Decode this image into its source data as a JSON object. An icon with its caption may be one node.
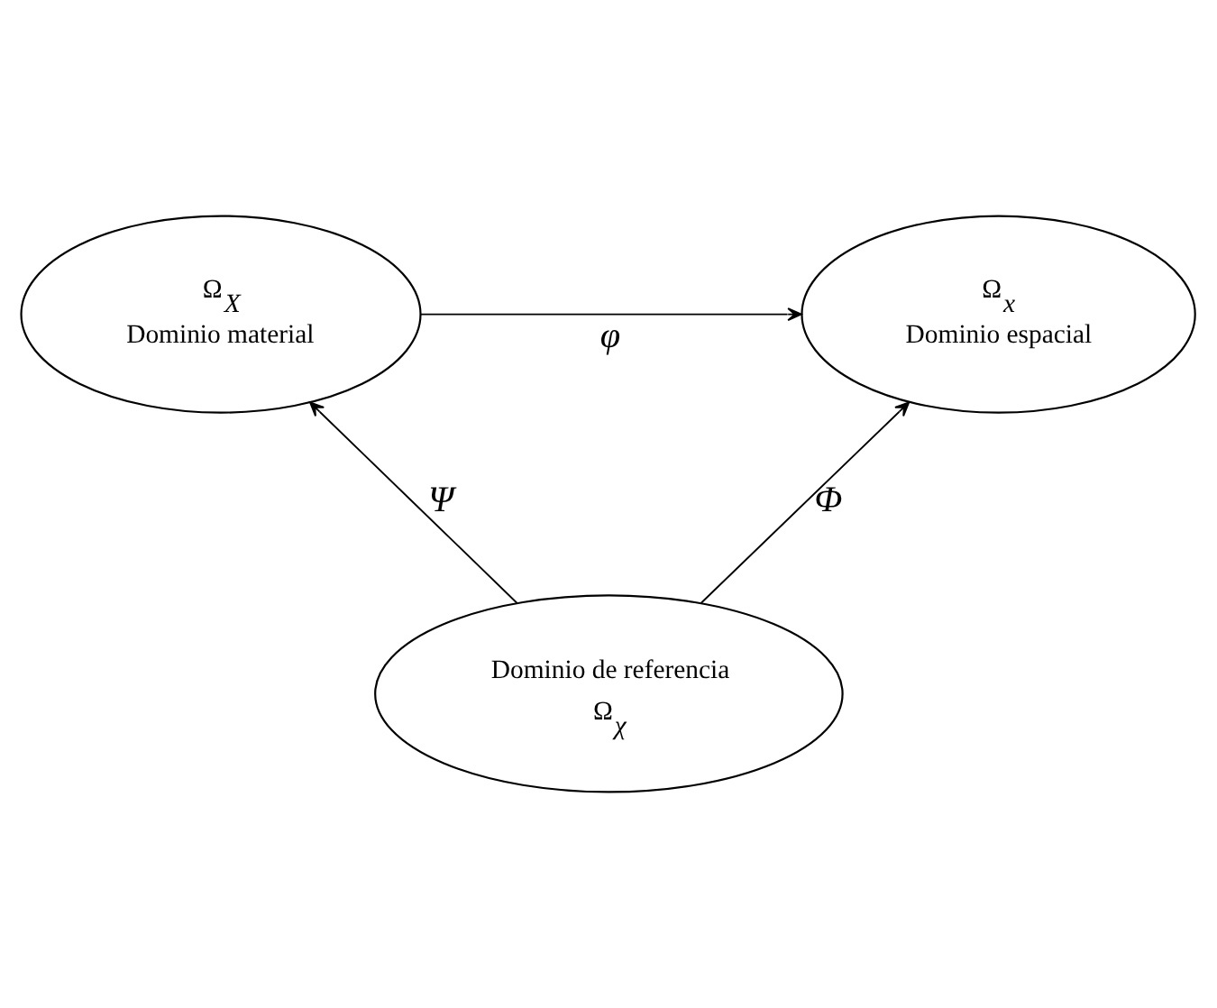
{
  "diagram": {
    "nodes": [
      {
        "text": [
          "Ω$_{X}$",
          "Dominio material"
        ]
      },
      {
        "text": [
          "Ω$_{x}$",
          "Dominio espacial"
        ]
      },
      {
        "text": [
          "Dominio de referencia",
          "Ω$_{χ}$"
        ]
      }
    ],
    "edges": [
      {
        "from": 0,
        "to": 1,
        "arrow": "to",
        "label": "φ"
      },
      {
        "from": 2,
        "to": 0,
        "arrow": "to",
        "label": "Ψ"
      },
      {
        "from": 2,
        "to": 1,
        "arrow": "to",
        "label": "Φ"
      }
    ]
  }
}
